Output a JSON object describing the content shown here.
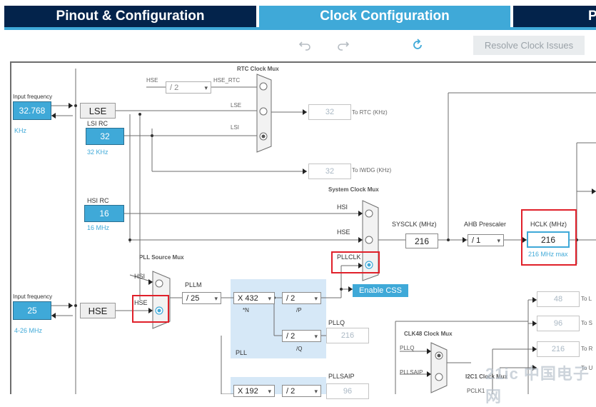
{
  "tabs": {
    "pinout": "Pinout & Configuration",
    "clock": "Clock Configuration",
    "project": "P"
  },
  "toolbar": {
    "undo_icon": "undo-icon",
    "redo_icon": "redo-icon",
    "refresh_icon": "refresh-icon",
    "resolve_label": "Resolve Clock Issues"
  },
  "rtc": {
    "mux_title": "RTC Clock Mux",
    "hse_label": "HSE",
    "div_value": "/ 2",
    "hse_rtc_label": "HSE_RTC",
    "lse_label": "LSE",
    "lsi_label": "LSI",
    "to_rtc_value": "32",
    "to_rtc_label": "To RTC (KHz)",
    "to_iwdg_value": "32",
    "to_iwdg_label": "To IWDG (KHz)"
  },
  "lse": {
    "input_title": "Input frequency",
    "value": "32.768",
    "unit": "KHz",
    "label": "LSE"
  },
  "lsi": {
    "title": "LSI RC",
    "value": "32",
    "unit": "32 KHz"
  },
  "hsi": {
    "title": "HSI RC",
    "value": "16",
    "unit": "16 MHz"
  },
  "hse": {
    "input_title": "Input frequency",
    "value": "25",
    "range": "4-26 MHz",
    "label": "HSE"
  },
  "sysmux": {
    "title": "System Clock Mux",
    "hsi": "HSI",
    "hse": "HSE",
    "pllclk": "PLLCLK",
    "enable_css": "Enable CSS"
  },
  "sysclk": {
    "label": "SYSCLK (MHz)",
    "value": "216"
  },
  "ahb": {
    "label": "AHB Prescaler",
    "value": "/ 1"
  },
  "hclk": {
    "label": "HCLK (MHz)",
    "value": "216",
    "max": "216 MHz max"
  },
  "pllsrc": {
    "title": "PLL Source Mux",
    "hsi": "HSI",
    "hse": "HSE"
  },
  "pll": {
    "pllm_label": "PLLM",
    "pllm_value": "/ 25",
    "n_value": "X 432",
    "n_label": "*N",
    "p_value": "/ 2",
    "p_label": "/P",
    "q_value": "/ 2",
    "q_label": "/Q",
    "pllq_label": "PLLQ",
    "pllq_value": "216",
    "panel_label": "PLL"
  },
  "pllsai": {
    "label": "PLLSAIP",
    "n_value": "X 192",
    "p_value": "/ 2",
    "out_value": "96"
  },
  "outputs": {
    "o1_value": "48",
    "o1_label": "To L",
    "o2_value": "96",
    "o2_label": "To S",
    "o3_value": "216",
    "o3_label": "To R",
    "o4_label": "To U"
  },
  "clk48": {
    "title": "CLK48 Clock Mux",
    "pllq": "PLLQ",
    "pllsaip": "PLLSAIP"
  },
  "i2c": {
    "title": "I2C1 Clock Mux",
    "pclk1": "PCLK1"
  },
  "watermark": "21ic 中国电子网"
}
